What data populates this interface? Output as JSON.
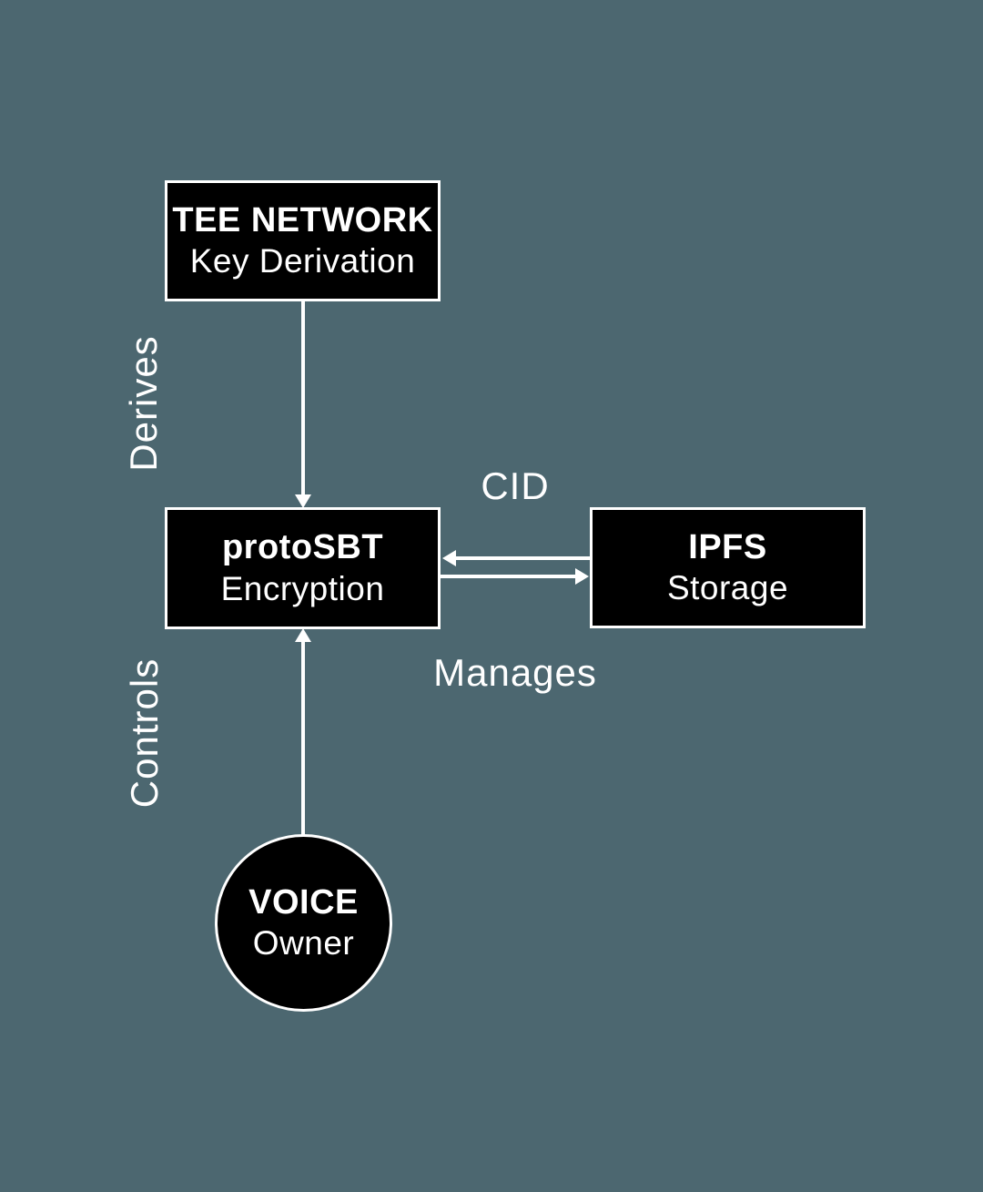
{
  "colors": {
    "background": "#4c6770",
    "node_fill": "#000000",
    "node_border": "#ffffff",
    "text": "#ffffff",
    "arrow": "#ffffff"
  },
  "nodes": {
    "tee": {
      "title": "TEE NETWORK",
      "subtitle": "Key Derivation"
    },
    "protosbt": {
      "title": "protoSBT",
      "subtitle": "Encryption"
    },
    "ipfs": {
      "title": "IPFS",
      "subtitle": "Storage"
    },
    "voice": {
      "title": "VOICE",
      "subtitle": "Owner"
    }
  },
  "edges": {
    "derives": {
      "label": "Derives",
      "from": "tee",
      "to": "protosbt",
      "direction": "down"
    },
    "controls": {
      "label": "Controls",
      "from": "voice",
      "to": "protosbt",
      "direction": "up"
    },
    "cid": {
      "label": "CID",
      "from": "ipfs",
      "to": "protosbt",
      "direction": "left"
    },
    "manages": {
      "label": "Manages",
      "from": "protosbt",
      "to": "ipfs",
      "direction": "right"
    }
  }
}
